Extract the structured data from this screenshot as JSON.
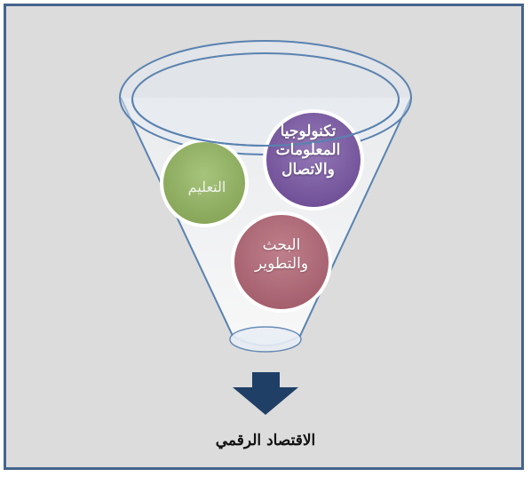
{
  "circles": {
    "ict": {
      "label": "تكنولوجيا\nالمعلومات\nوالاتصال"
    },
    "education": {
      "label": "التعليم"
    },
    "research": {
      "label": "البحث\nوالتطوير"
    }
  },
  "output": {
    "label": "الاقتصاد الرقمي"
  },
  "colors": {
    "frame_border": "#44648c",
    "background": "#dcdcdc",
    "funnel_stroke": "#5a82b0",
    "ict_circle": "#7e5da3",
    "education_circle": "#92b064",
    "research_circle": "#b16c7a",
    "arrow": "#1f3f66"
  },
  "icons": {
    "arrow": "down-arrow-icon"
  }
}
